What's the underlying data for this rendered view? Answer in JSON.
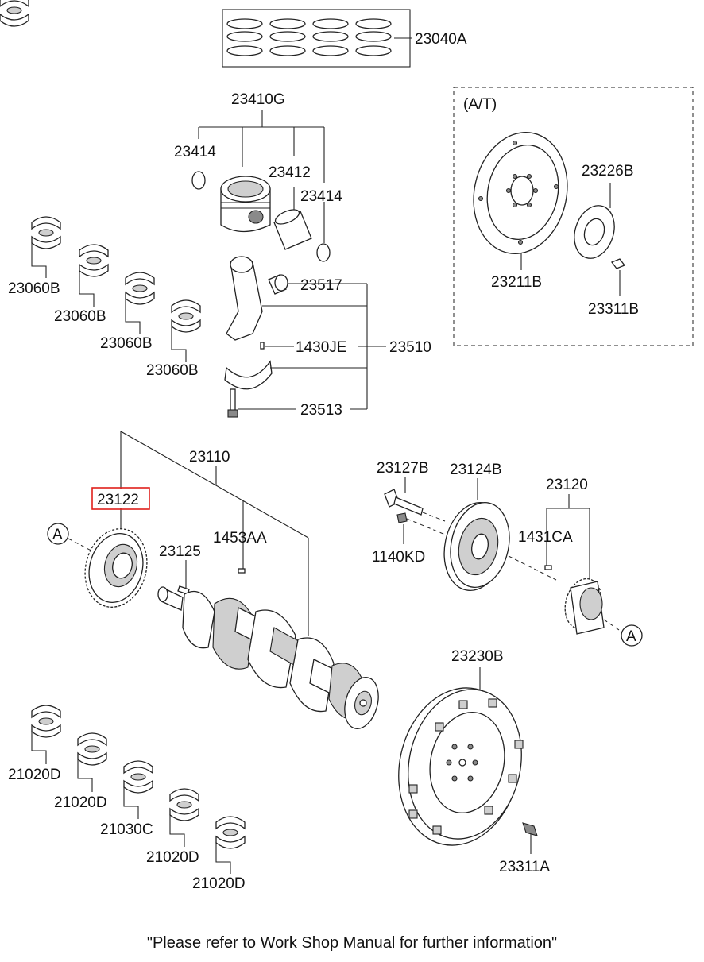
{
  "diagram": {
    "labels": {
      "p23040A": "23040A",
      "p23410G": "23410G",
      "p23414a": "23414",
      "p23412": "23412",
      "p23414b": "23414",
      "at": "(A/T)",
      "p23226B": "23226B",
      "p23211B": "23211B",
      "p23311B": "23311B",
      "p23517": "23517",
      "p1430JE": "1430JE",
      "p23510": "23510",
      "p23513": "23513",
      "p23060B_1": "23060B",
      "p23060B_2": "23060B",
      "p23060B_3": "23060B",
      "p23060B_4": "23060B",
      "p23110": "23110",
      "p23122": "23122",
      "p1453AA": "1453AA",
      "p23125": "23125",
      "p23127B": "23127B",
      "p23124B": "23124B",
      "p23120": "23120",
      "p1431CA": "1431CA",
      "p1140KD": "1140KD",
      "markerA1": "A",
      "markerA2": "A",
      "p23230B": "23230B",
      "p23311A": "23311A",
      "p21020D_1": "21020D",
      "p21020D_2": "21020D",
      "p21030C": "21030C",
      "p21020D_3": "21020D",
      "p21020D_4": "21020D"
    },
    "highlight_color": "#e0201c",
    "footer": "\"Please refer to Work Shop Manual for further information\""
  }
}
